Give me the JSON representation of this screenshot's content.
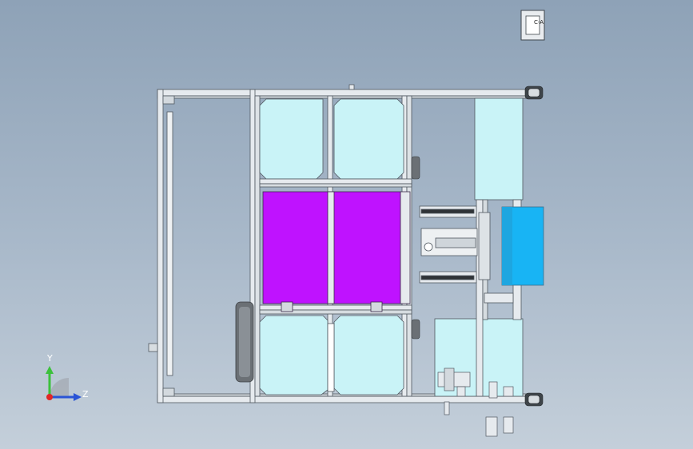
{
  "viewport": {
    "background_top": "#8ea2b7",
    "background_bottom": "#c4cfda"
  },
  "colors": {
    "frame": "#e6eaee",
    "frame_edge": "#505860",
    "cyan_panel": "#c9f3f7",
    "magenta_plate": "#bf12ff",
    "blue_block": "#18b4f4",
    "dark_part": "#6b7075"
  },
  "corner_icon": {
    "label": "C-A"
  },
  "triad": {
    "y_label": "Y",
    "z_label": "Z",
    "y_color": "#3cc13c",
    "z_color": "#2a54d6",
    "x_color": "#e22626"
  }
}
